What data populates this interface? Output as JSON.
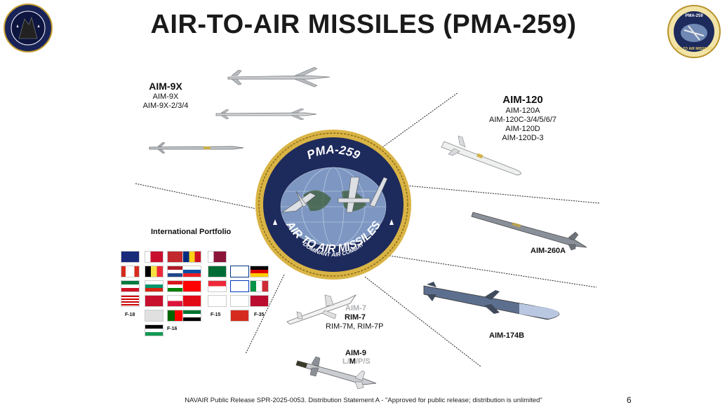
{
  "slide": {
    "title": "AIR-TO-AIR MISSILES (PMA-259)",
    "footer": "NAVAIR Public Release SPR-2025-0053. Distribution Statement A - \"Approved for public release; distribution is unlimited\"",
    "page_number": "6"
  },
  "logos": {
    "left_seal": {
      "icon": "squadron-seal"
    },
    "right_seal": {
      "icon": "pma-259-small-seal",
      "text_top": "PMA-259",
      "text_bottom": "AIR TO AIR MISSILES"
    }
  },
  "center_seal": {
    "text_top": "PMA-259",
    "text_middle": "DOMINANT AIR COMBAT",
    "text_bottom": "AIR TO AIR MISSILES"
  },
  "groups": {
    "aim9x": {
      "title": "AIM-9X",
      "variants": [
        "AIM-9X",
        "AIM-9X-2/3/4"
      ]
    },
    "aim120": {
      "title": "AIM-120",
      "variants": [
        "AIM-120A",
        "AIM-120C-3/4/5/6/7",
        "AIM-120D",
        "AIM-120D-3"
      ]
    },
    "aim260": {
      "title": "AIM-260A"
    },
    "aim174": {
      "title": "AIM-174B"
    },
    "aim7": {
      "grey": "AIM-7",
      "title": "RIM-7",
      "variants": [
        "RIM-7M, RIM-7P"
      ]
    },
    "aim9": {
      "title": "AIM-9",
      "variant_parts": [
        "L",
        "/",
        "M",
        "/",
        "P/S"
      ]
    }
  },
  "international": {
    "title": "International Portfolio",
    "aircraft_labels": [
      "F-18",
      "F-15",
      "F-35",
      "F-16"
    ]
  },
  "colors": {
    "seal_navy": "#1d2a5c",
    "seal_gold": "#d9b445",
    "missile_grey": "#a9adb3",
    "missile_white": "#eef0f0"
  }
}
